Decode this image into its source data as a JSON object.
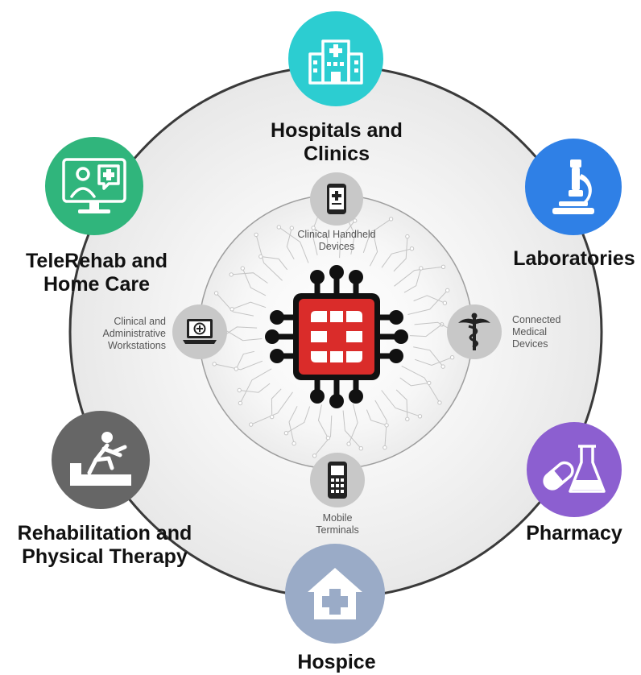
{
  "colors": {
    "hospitals": "#2ccdd1",
    "laboratories": "#2f80e6",
    "pharmacy": "#8c5fd0",
    "hospice": "#9aabc7",
    "rehabilitation": "#666666",
    "telerehab": "#30b57c",
    "chip": "#da2c2a",
    "device_node": "#c8c8c8"
  },
  "outer_nodes": [
    {
      "key": "hospitals",
      "icon": "hospital-building-icon",
      "label_lines": [
        "Hospitals and",
        "Clinics"
      ]
    },
    {
      "key": "laboratories",
      "icon": "microscope-icon",
      "label_lines": [
        "Laboratories"
      ]
    },
    {
      "key": "pharmacy",
      "icon": "pill-flask-icon",
      "label_lines": [
        "Pharmacy"
      ]
    },
    {
      "key": "hospice",
      "icon": "house-cross-icon",
      "label_lines": [
        "Hospice"
      ]
    },
    {
      "key": "rehabilitation",
      "icon": "physical-therapy-icon",
      "label_lines": [
        "Rehabilitation and",
        "Physical Therapy"
      ]
    },
    {
      "key": "telerehab",
      "icon": "telehealth-monitor-icon",
      "label_lines": [
        "TeleRehab and",
        "Home Care"
      ]
    }
  ],
  "inner_nodes": [
    {
      "key": "handheld",
      "icon": "handheld-device-icon",
      "label_lines": [
        "Clinical Handheld",
        "Devices"
      ]
    },
    {
      "key": "medical",
      "icon": "caduceus-icon",
      "label_lines": [
        "Connected",
        "Medical",
        "Devices"
      ]
    },
    {
      "key": "mobile",
      "icon": "mobile-terminal-icon",
      "label_lines": [
        "Mobile",
        "Terminals"
      ]
    },
    {
      "key": "workstation",
      "icon": "laptop-workstation-icon",
      "label_lines": [
        "Clinical and",
        "Administrative",
        "Workstations"
      ]
    }
  ],
  "center": {
    "icon": "fortinet-chip-icon"
  }
}
